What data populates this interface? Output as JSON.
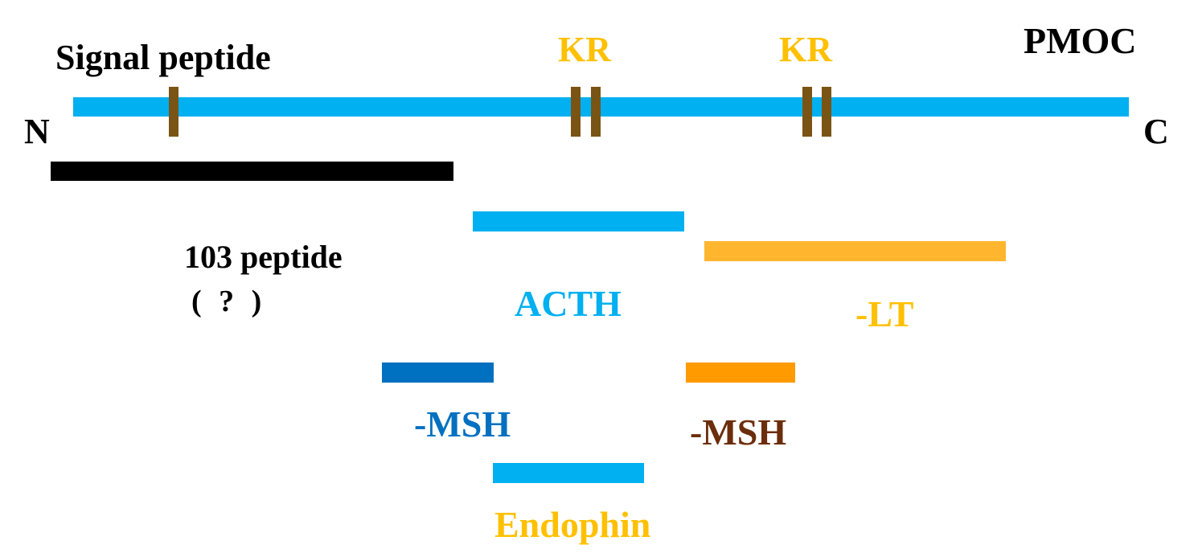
{
  "title": "PMOC",
  "terminals": {
    "n": "N",
    "c": "C"
  },
  "labels": {
    "signal_peptide": "Signal peptide",
    "kr_left": "KR",
    "kr_right": "KR",
    "peptide_103": "103 peptide",
    "peptide_103_note": "( ? )",
    "acth": "ACTH",
    "lt": "-LT",
    "msh_left": "-MSH",
    "msh_right": "-MSH",
    "endophin": "Endophin"
  },
  "colors": {
    "backbone": "#00b0f0",
    "signal_mark": "#7a5414",
    "kr_text": "#ffc000",
    "peptide_103_bar": "#000000",
    "acth": "#00b0f0",
    "lt_bar": "#ffb52e",
    "lt_text": "#ffc000",
    "msh_left_bar": "#0070c0",
    "msh_left_text": "#0070c0",
    "msh_right_bar": "#ff9a00",
    "msh_right_text": "#6b2d0b",
    "endophin_bar": "#00b0f0",
    "endophin_text": "#ffc000"
  }
}
